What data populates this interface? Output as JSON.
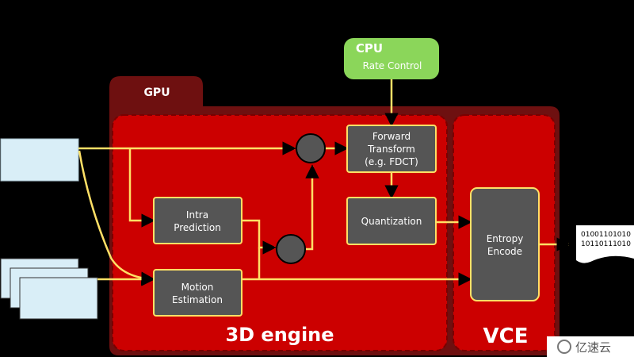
{
  "cpu": {
    "title": "CPU",
    "subtitle": "Rate Control"
  },
  "gpu": {
    "title": "GPU"
  },
  "engine3d": {
    "title": "3D engine"
  },
  "vce": {
    "title": "VCE"
  },
  "blocks": {
    "forward_transform": [
      "Forward",
      "Transform",
      "(e.g. FDCT)"
    ],
    "quantization": [
      "Quantization"
    ],
    "intra_prediction": [
      "Intra",
      "Prediction"
    ],
    "motion_estimation": [
      "Motion",
      "Estimation"
    ],
    "entropy_encode": [
      "Entropy",
      "Encode"
    ]
  },
  "bitstream": [
    "01001101010",
    "10110111010"
  ],
  "watermark": "亿速云",
  "colors": {
    "gpu_dark": "#6e1010",
    "engine_red": "#cc0000",
    "block_gray": "#555555",
    "line_yellow": "#ffe066",
    "cpu_green": "#8bd65a",
    "frame_blue": "#d9eef7"
  }
}
